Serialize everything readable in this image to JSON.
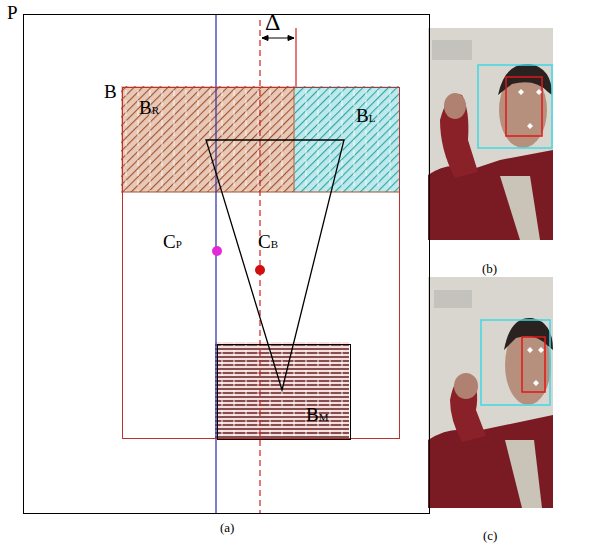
{
  "diagram": {
    "nodes": [
      {
        "text": [
          "P"
        ]
      },
      {
        "text": [
          "B"
        ],
        "in": 0
      },
      {
        "text": [
          "BR"
        ],
        "in": 1
      },
      {
        "text": [
          "BL"
        ],
        "in": 1
      },
      {
        "text": [
          "BM"
        ],
        "in": 1
      }
    ],
    "labels": [
      "Δ",
      "CP",
      "CB",
      "(a)",
      "(b)",
      "(c)"
    ]
  }
}
